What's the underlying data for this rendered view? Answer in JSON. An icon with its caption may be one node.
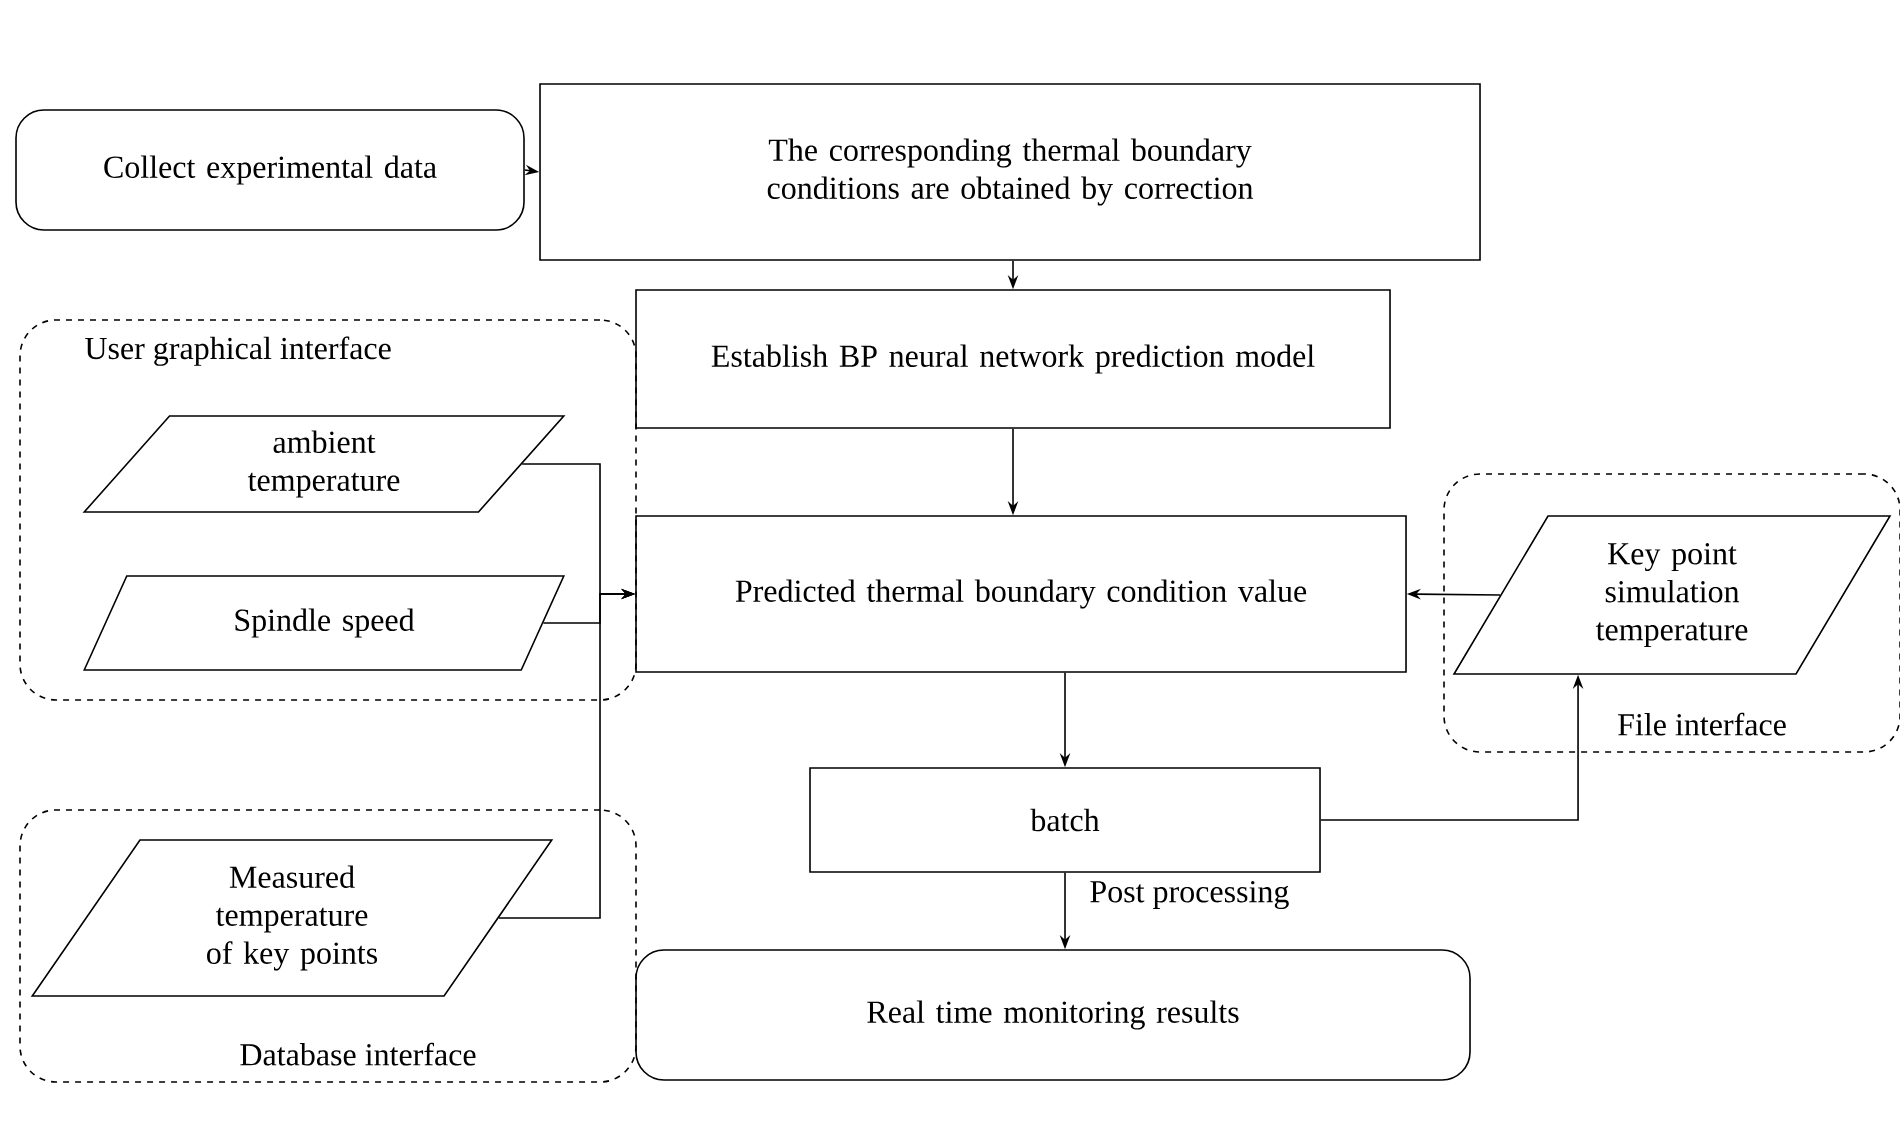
{
  "diagram": {
    "nodes": [
      {
        "text": [
          "Collect experimental data"
        ]
      },
      {
        "text": [
          "The corresponding thermal boundary conditions are obtained by correction"
        ]
      },
      {
        "text": [
          "Establish BP neural network prediction model"
        ]
      },
      {
        "text": [
          "User graphical interface"
        ]
      },
      {
        "text": [
          "ambient temperature"
        ],
        "in": 3
      },
      {
        "text": [
          "Spindle speed"
        ],
        "in": 3
      },
      {
        "text": [
          "Database interface"
        ]
      },
      {
        "text": [
          "Measured temperature of key points"
        ],
        "in": 6
      },
      {
        "text": [
          "Predicted thermal boundary condition value"
        ]
      },
      {
        "text": [
          "File interface"
        ]
      },
      {
        "text": [
          "Key point simulation temperature"
        ],
        "in": 9
      },
      {
        "text": [
          "batch"
        ]
      },
      {
        "text": [
          "Real time monitoring results"
        ]
      }
    ],
    "edges": [
      {
        "from": 0,
        "to": 1,
        "arrow": "to"
      },
      {
        "from": 1,
        "to": 2,
        "arrow": "to"
      },
      {
        "from": 2,
        "to": 8,
        "arrow": "to"
      },
      {
        "from": 4,
        "to": 8,
        "arrow": "to"
      },
      {
        "from": 5,
        "to": 8,
        "arrow": "to"
      },
      {
        "from": 7,
        "to": 8,
        "arrow": "to"
      },
      {
        "from": 10,
        "to": 8,
        "arrow": "to"
      },
      {
        "from": 8,
        "to": 11,
        "arrow": "to"
      },
      {
        "from": 11,
        "to": 10,
        "arrow": "to"
      },
      {
        "from": 11,
        "to": 12,
        "arrow": "to",
        "label": "Post processing"
      }
    ]
  }
}
